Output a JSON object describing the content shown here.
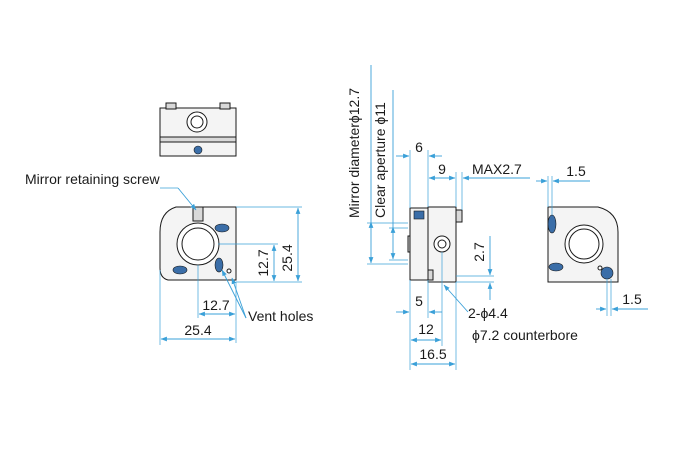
{
  "labels": {
    "mirror_retaining_screw": "Mirror retaining screw",
    "vent_holes": "Vent holes",
    "mirror_diameter": "Mirror diameterϕ12.7",
    "clear_aperture": "Clear aperture ϕ11",
    "max": "MAX2.7",
    "holes": "2-ϕ4.4",
    "counterbore": "ϕ7.2 counterbore"
  },
  "dimensions": {
    "front_height": "25.4",
    "front_center_height": "12.7",
    "front_center_width": "12.7",
    "front_width": "25.4",
    "side_top_6": "6",
    "side_top_9": "9",
    "side_offset_2_7": "2.7",
    "side_bottom_5": "5",
    "side_bottom_12": "12",
    "side_bottom_16_5": "16.5",
    "back_top_1_5": "1.5",
    "back_bottom_1_5": "1.5"
  },
  "colors": {
    "dimension_line": "#3aa0d8",
    "screw": "#3b6ea8"
  }
}
